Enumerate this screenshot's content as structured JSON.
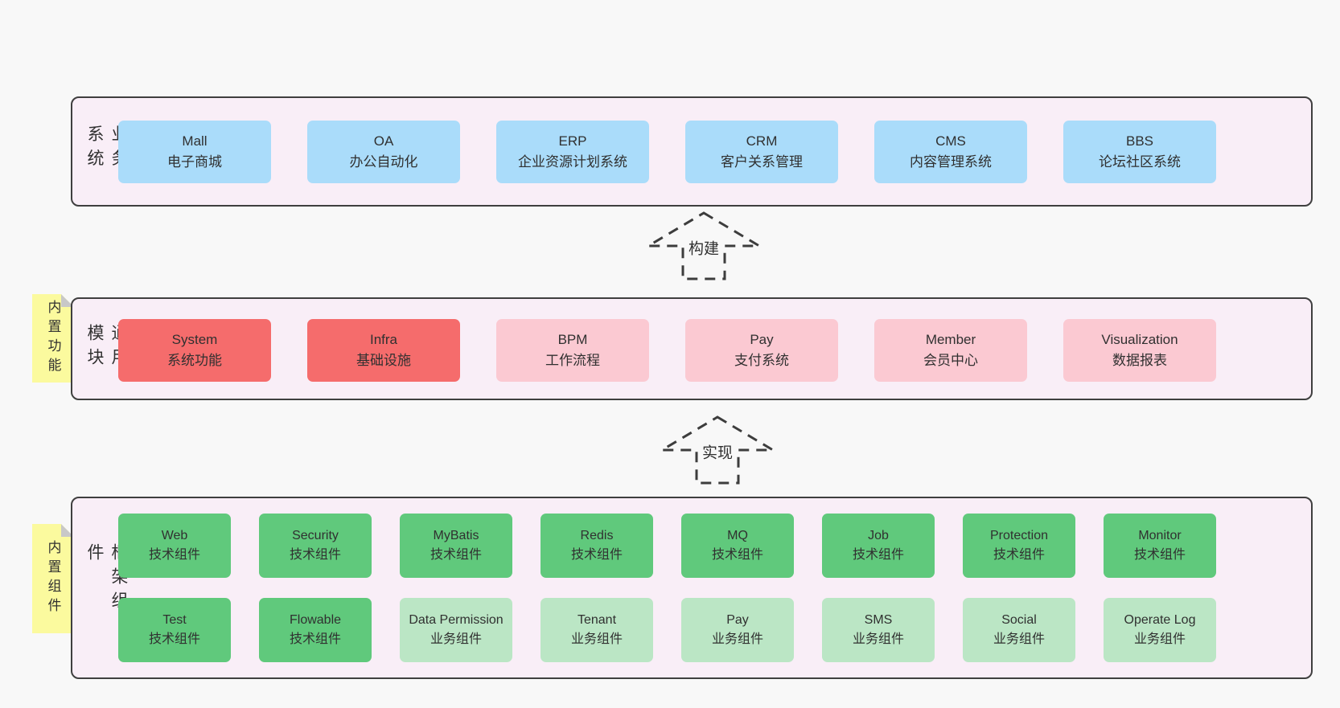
{
  "diagram": {
    "layers": {
      "business": {
        "label": "业务系统",
        "boxes": [
          {
            "name": "Mall",
            "desc": "电子商城"
          },
          {
            "name": "OA",
            "desc": "办公自动化"
          },
          {
            "name": "ERP",
            "desc": "企业资源计划系统"
          },
          {
            "name": "CRM",
            "desc": "客户关系管理"
          },
          {
            "name": "CMS",
            "desc": "内容管理系统"
          },
          {
            "name": "BBS",
            "desc": "论坛社区系统"
          }
        ]
      },
      "modules": {
        "label": "通用模块",
        "note": "内置功能",
        "boxes": [
          {
            "name": "System",
            "desc": "系统功能"
          },
          {
            "name": "Infra",
            "desc": "基础设施"
          },
          {
            "name": "BPM",
            "desc": "工作流程"
          },
          {
            "name": "Pay",
            "desc": "支付系统"
          },
          {
            "name": "Member",
            "desc": "会员中心"
          },
          {
            "name": "Visualization",
            "desc": "数据报表"
          }
        ]
      },
      "components": {
        "label": "框架组件",
        "note": "内置组件",
        "row1": [
          {
            "name": "Web",
            "desc": "技术组件"
          },
          {
            "name": "Security",
            "desc": "技术组件"
          },
          {
            "name": "MyBatis",
            "desc": "技术组件"
          },
          {
            "name": "Redis",
            "desc": "技术组件"
          },
          {
            "name": "MQ",
            "desc": "技术组件"
          },
          {
            "name": "Job",
            "desc": "技术组件"
          },
          {
            "name": "Protection",
            "desc": "技术组件"
          },
          {
            "name": "Monitor",
            "desc": "技术组件"
          }
        ],
        "row2": [
          {
            "name": "Test",
            "desc": "技术组件"
          },
          {
            "name": "Flowable",
            "desc": "技术组件"
          },
          {
            "name": "Data Permission",
            "desc": "业务组件"
          },
          {
            "name": "Tenant",
            "desc": "业务组件"
          },
          {
            "name": "Pay",
            "desc": "业务组件"
          },
          {
            "name": "SMS",
            "desc": "业务组件"
          },
          {
            "name": "Social",
            "desc": "业务组件"
          },
          {
            "name": "Operate Log",
            "desc": "业务组件"
          }
        ]
      }
    },
    "arrows": [
      {
        "label": "构建"
      },
      {
        "label": "实现"
      }
    ],
    "colors": {
      "page_bg": "#f8f8f8",
      "panel_bg": "#f9eef7",
      "panel_border": "#3f3f3f",
      "blue": "#aadcfa",
      "red": "#f56c6c",
      "pink": "#fbc9d2",
      "green": "#60c97c",
      "green_light": "#bbe6c5",
      "note_yellow": "#fbfa9e",
      "note_fold": "#c8c8c8",
      "text": "#303030"
    }
  }
}
